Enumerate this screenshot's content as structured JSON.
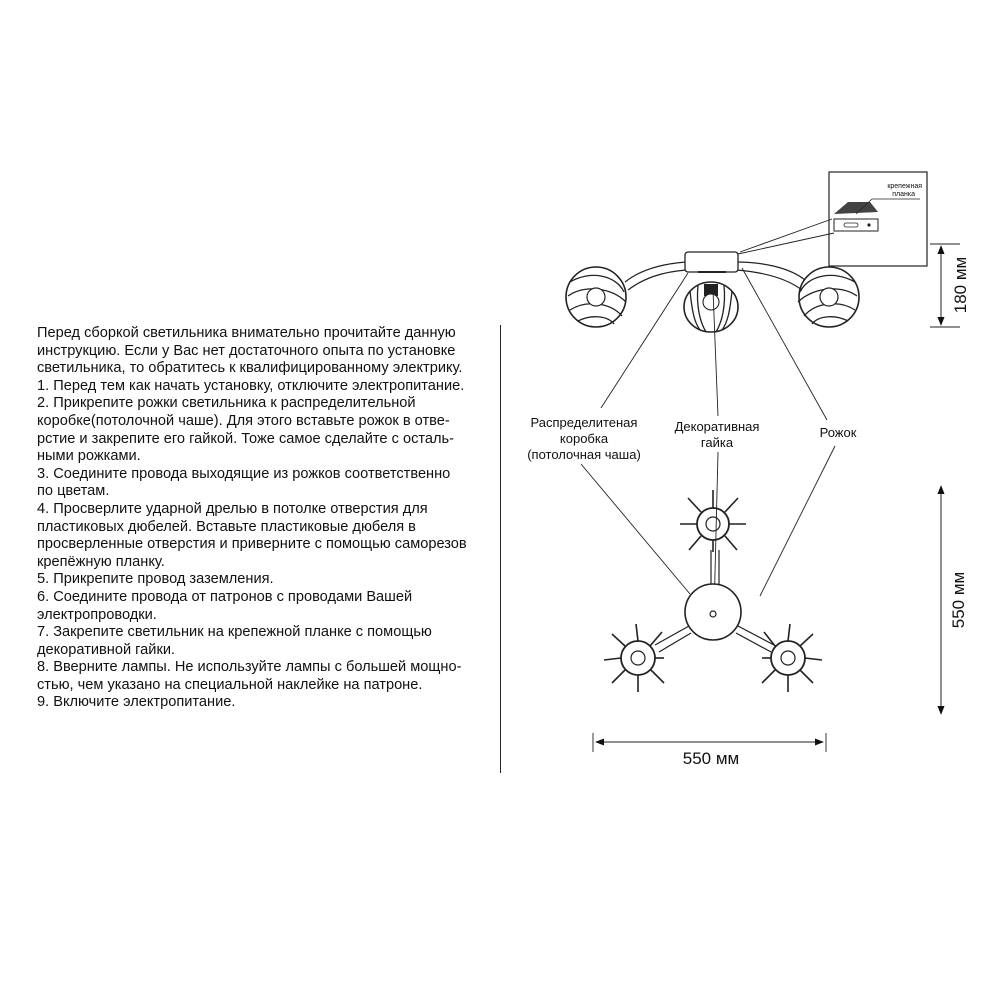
{
  "instructions": {
    "lines": [
      "Перед сборкой светильника внимательно прочитайте данную",
      "инструкцию. Если у Вас нет достаточного опыта по установке",
      "светильника, то обратитесь к квалифицированному электрику.",
      "1. Перед тем как начать установку, отключите электропитание.",
      "2. Прикрепите рожки светильника к распределительной",
      "коробке(потолочной чаше). Для этого вставьте рожок в отве-",
      "рстие и закрепите его гайкой. Тоже самое сделайте с осталь-",
      "ными рожками.",
      "3. Соедините провода выходящие из рожков соответственно",
      "по цветам.",
      "4. Просверлите ударной дрелью в потолке отверстия для",
      "пластиковых дюбелей. Вставьте пластиковые дюбеля в",
      "просверленные отверстия и приверните с помощью саморезов",
      "крепёжную планку.",
      "5. Прикрепите провод заземления.",
      "6. Соедините провода от патронов с проводами Вашей",
      "электропроводки.",
      "7. Закрепите светильник на крепежной планке с помощью",
      "декоративной гайки.",
      "8. Вверните лампы. Не используйте лампы с большей мощно-",
      "стью, чем указано на специальной наклейке на патроне.",
      "9. Включите электропитание."
    ]
  },
  "diagram": {
    "inset_label_line1": "крепежная",
    "inset_label_line2": "планка",
    "label_box_line1": "Распределитеная",
    "label_box_line2": "коробка",
    "label_box_line3": "(потолочная чаша)",
    "label_nut_line1": "Декоративная",
    "label_nut_line2": "гайка",
    "label_arm": "Рожок",
    "dim_height": "180 мм",
    "dim_depth": "550 мм",
    "dim_width": "550 мм"
  },
  "colors": {
    "ink": "#111111",
    "background": "#ffffff"
  }
}
